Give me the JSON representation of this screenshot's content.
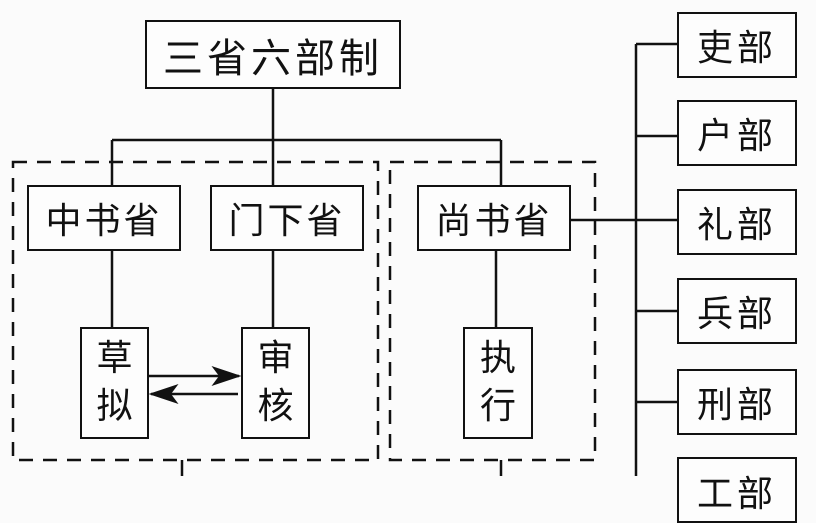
{
  "title": "三省六部制",
  "provinces": {
    "zhongshu": {
      "name": "中书省",
      "role": [
        "草",
        "拟"
      ]
    },
    "menxia": {
      "name": "门下省",
      "role": [
        "审",
        "核"
      ]
    },
    "shangshu": {
      "name": "尚书省",
      "role": [
        "执",
        "行"
      ]
    }
  },
  "ministries": [
    "吏部",
    "户部",
    "礼部",
    "兵部",
    "刑部",
    "工部"
  ],
  "colors": {
    "line": "#111111",
    "background": "#fbfbfb"
  }
}
